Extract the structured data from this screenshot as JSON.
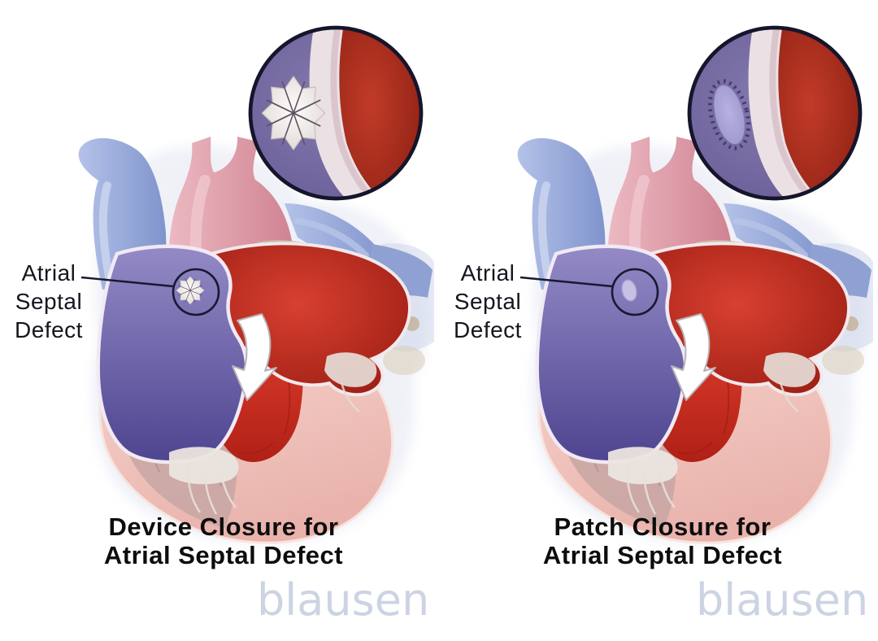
{
  "panels": [
    {
      "id": "device-closure",
      "label_lines": [
        "Atrial",
        "Septal",
        "Defect"
      ],
      "title_lines": [
        "Device Closure for",
        "Atrial Septal Defect"
      ],
      "watermark": "blausen",
      "inset_type": "umbrella-device"
    },
    {
      "id": "patch-closure",
      "label_lines": [
        "Atrial",
        "Septal",
        "Defect"
      ],
      "title_lines": [
        "Patch Closure for",
        "Atrial Septal Defect"
      ],
      "watermark": "blausen",
      "inset_type": "sutured-patch"
    }
  ],
  "colors": {
    "background": "#ffffff",
    "label-color": "#15151f",
    "title-color": "#0d0d0d",
    "watermark-color": "#ccd4e3",
    "septum-purple": "#77699f",
    "atrium-red": "#b5271d",
    "septal-wall-cream": "#ebe1e5",
    "device-white": "#f5f1ed",
    "patch-lavender": "#a79fd4",
    "vessel-blue": "#92a6d6",
    "pulmonary-pink": "#dc96a3",
    "right-atrium-purple": "#6b60a4",
    "ventricle-pink": "#f2cbc5",
    "left-ventricle-red": "#cc2f22",
    "outline-dark": "#15152b"
  }
}
